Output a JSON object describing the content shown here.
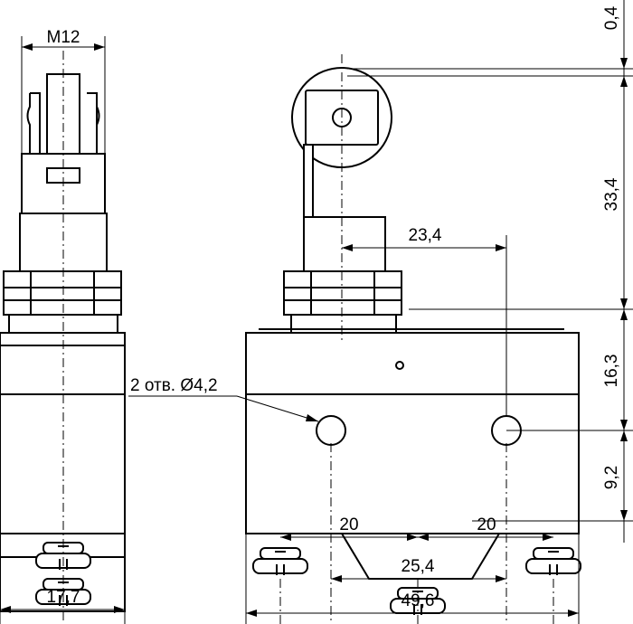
{
  "dimensions": {
    "thread": "M12",
    "side_width": "17,7",
    "roller_offset": "0,4",
    "height_roller": "33,4",
    "offset_23_4": "23,4",
    "body_height": "16,3",
    "holes_height": "9,2",
    "holes_note": "2 отв. Ø4,2",
    "spacing_left": "20",
    "spacing_right": "20",
    "hole_pitch": "25,4",
    "body_length": "49,6"
  },
  "colors": {
    "line": "#000000",
    "background": "#ffffff"
  }
}
